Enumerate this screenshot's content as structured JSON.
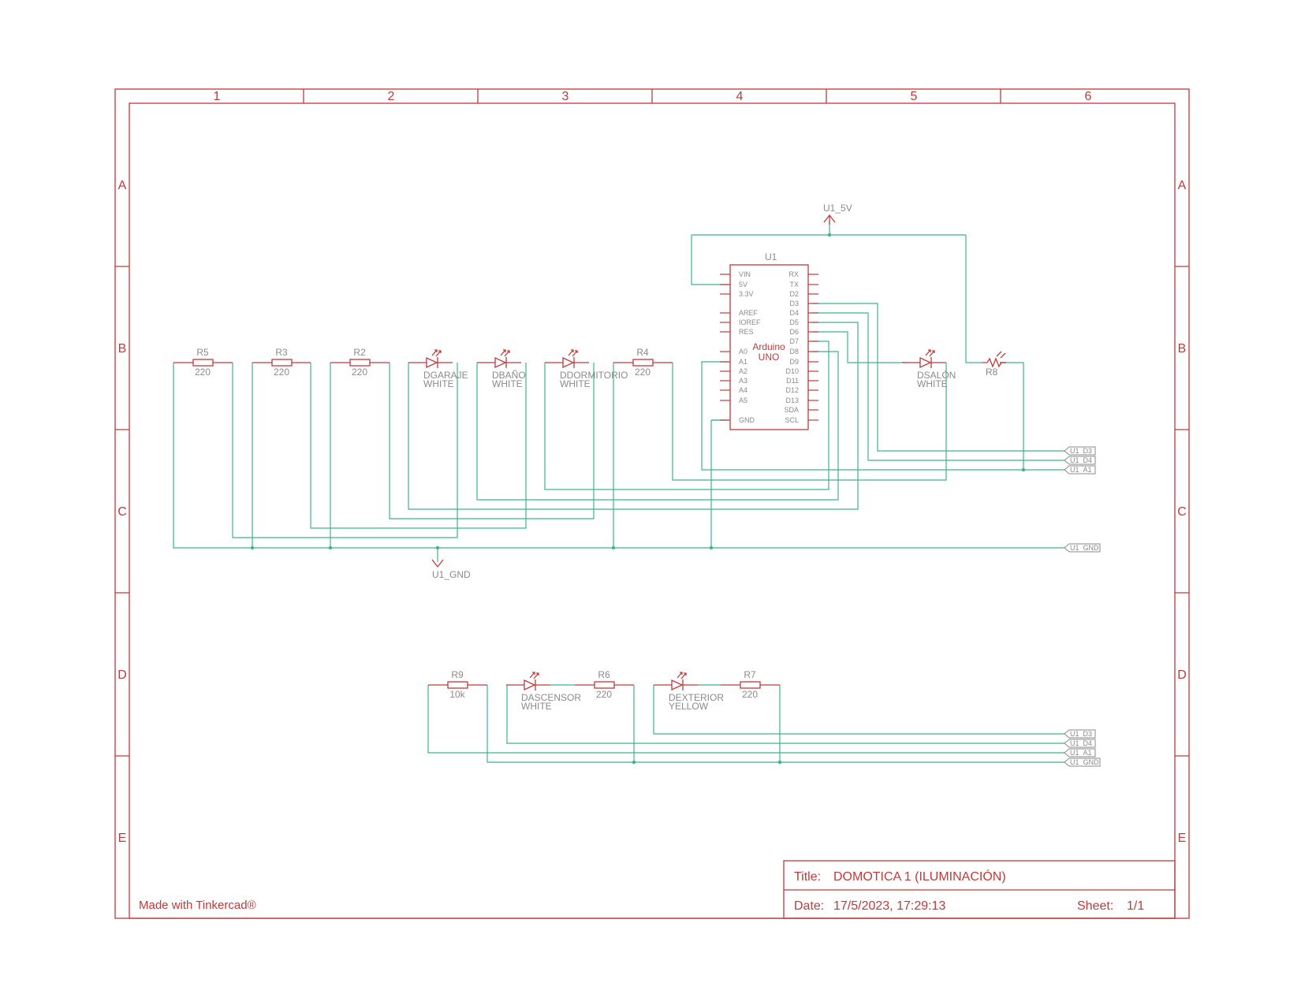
{
  "frame": {
    "columns": [
      "1",
      "2",
      "3",
      "4",
      "5",
      "6"
    ],
    "rows": [
      "A",
      "B",
      "C",
      "D",
      "E"
    ],
    "credit": "Made with Tinkercad®"
  },
  "title_block": {
    "title_label": "Title:",
    "title": "DOMOTICA 1 (ILUMINACIÓN)",
    "date_label": "Date:",
    "date": "17/5/2023, 17:29:13",
    "sheet_label": "Sheet:",
    "sheet": "1/1"
  },
  "power": {
    "vcc": "U1_5V",
    "gnd": "U1_GND"
  },
  "arduino": {
    "ref": "U1",
    "name1": "Arduino",
    "name2": "UNO",
    "left_pins": [
      "VIN",
      "5V",
      "3.3V",
      "AREF",
      "IOREF",
      "RES",
      "A0",
      "A1",
      "A2",
      "A3",
      "A4",
      "A5",
      "GND"
    ],
    "right_pins": [
      "RX",
      "TX",
      "D2",
      "D3",
      "D4",
      "D5",
      "D6",
      "D7",
      "D8",
      "D9",
      "D10",
      "D11",
      "D12",
      "D13",
      "SDA",
      "SCL"
    ]
  },
  "components": {
    "r5": {
      "ref": "R5",
      "value": "220"
    },
    "r3": {
      "ref": "R3",
      "value": "220"
    },
    "r2": {
      "ref": "R2",
      "value": "220"
    },
    "r4": {
      "ref": "R4",
      "value": "220"
    },
    "r8": {
      "ref": "R8"
    },
    "r9": {
      "ref": "R9",
      "value": "10k"
    },
    "r6": {
      "ref": "R6",
      "value": "220"
    },
    "r7": {
      "ref": "R7",
      "value": "220"
    },
    "dgaraje": {
      "ref": "DGARAJE",
      "color": "WHITE"
    },
    "dbano": {
      "ref": "DBAÑO",
      "color": "WHITE"
    },
    "ddormitorio": {
      "ref": "DDORMITORIO",
      "color": "WHITE"
    },
    "dsalon": {
      "ref": "DSALÓN",
      "color": "WHITE"
    },
    "dascensor": {
      "ref": "DASCENSOR",
      "color": "WHITE"
    },
    "dexterior": {
      "ref": "DEXTERIOR",
      "color": "YELLOW"
    }
  },
  "ports_top": [
    "U1_D3",
    "U1_D4",
    "U1_A1",
    "U1_GND"
  ],
  "ports_bottom": [
    "U1_D3",
    "U1_D4",
    "U1_A1",
    "U1_GND"
  ]
}
